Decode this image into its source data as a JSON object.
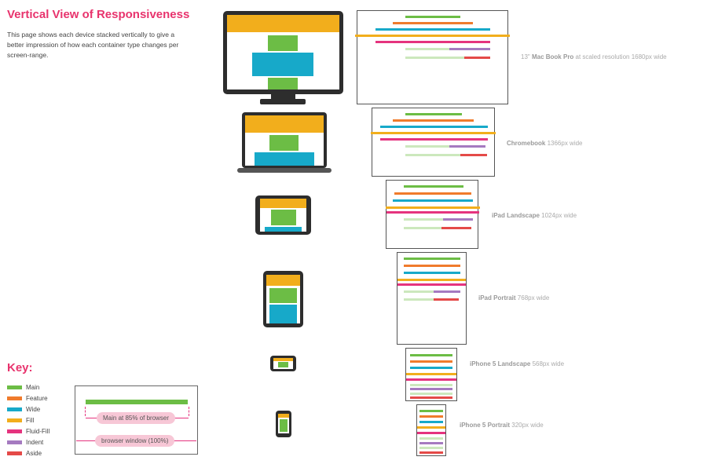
{
  "header": {
    "title": "Vertical View of Responsiveness",
    "intro": "This page shows each device stacked vertically to give a better impression of how each container type changes per screen-range."
  },
  "colors": {
    "main": "#6cbd45",
    "feature": "#f07b2c",
    "wide": "#17a9c9",
    "fill": "#f2ae1c",
    "fluid_fill": "#e5337e",
    "indent": "#a57ac0",
    "aside": "#e44a48",
    "device_frame": "#2d2d2d",
    "title": "#e8336d"
  },
  "devices": [
    {
      "name": "13\" Mac Book Pro",
      "name_before": "13\" ",
      "name_bold": "Mac Book Pro",
      "detail": " at scaled resolution 1680px wide"
    },
    {
      "name_bold": "Chromebook",
      "detail": " 1366px wide"
    },
    {
      "name_bold": "iPad Landscape",
      "detail": " 1024px wide"
    },
    {
      "name_bold": "iPad Portrait",
      "detail": " 768px wide"
    },
    {
      "name_bold": "iPhone 5 Landscape",
      "detail": " 568px wide"
    },
    {
      "name_bold": "iPhone 5 Portrait",
      "detail": " 320px wide"
    }
  ],
  "key": {
    "title": "Key:",
    "items": [
      {
        "label": "Main",
        "color": "#6cbd45"
      },
      {
        "label": "Feature",
        "color": "#f07b2c"
      },
      {
        "label": "Wide",
        "color": "#17a9c9"
      },
      {
        "label": "Fill",
        "color": "#f2ae1c"
      },
      {
        "label": "Fluid-Fill",
        "color": "#e5337e"
      },
      {
        "label": "Indent",
        "color": "#a57ac0"
      },
      {
        "label": "Aside",
        "color": "#e44a48"
      }
    ],
    "example_main": "Main at 85% of browser",
    "example_window": "browser window (100%)"
  }
}
